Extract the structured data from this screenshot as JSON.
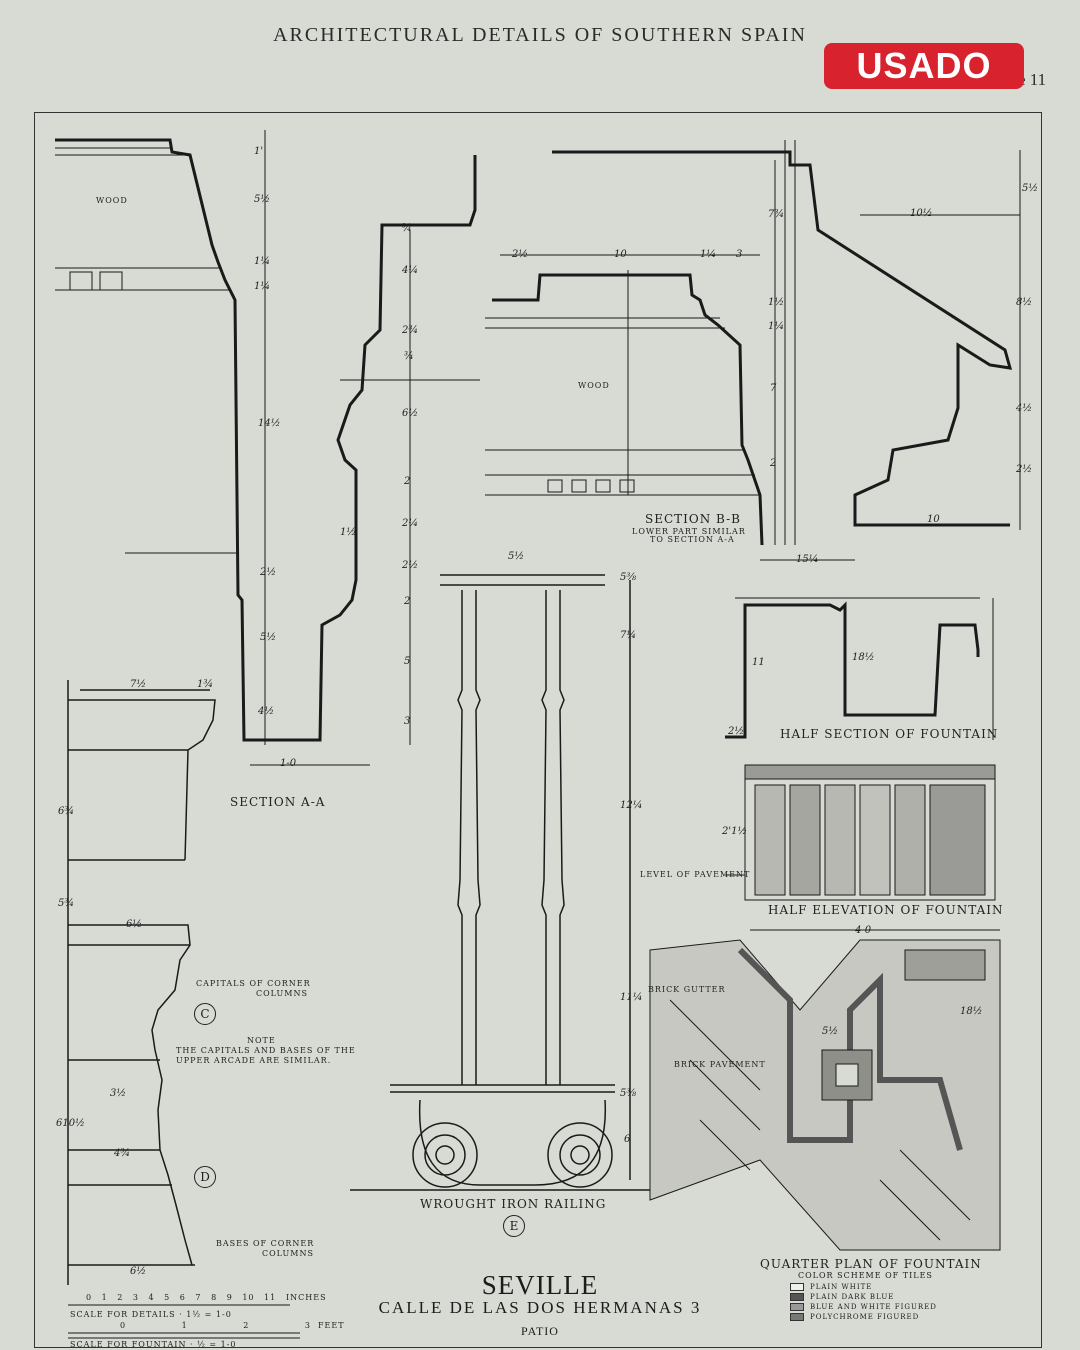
{
  "header": {
    "title": "ARCHITECTURAL DETAILS OF SOUTHERN SPAIN",
    "plate_number_visible": "e 11",
    "badge": "USADO"
  },
  "sections": {
    "section_aa": "SECTION A-A",
    "section_bb": "SECTION B-B",
    "section_bb_note_1": "LOWER PART SIMILAR",
    "section_bb_note_2": "TO SECTION A-A",
    "wood_1": "WOOD",
    "wood_2": "WOOD",
    "half_section_fountain": "HALF SECTION OF FOUNTAIN",
    "half_elevation_fountain": "HALF ELEVATION OF FOUNTAIN",
    "level_of_pavement": "LEVEL OF PAVEMENT",
    "brick_gutter": "BRICK GUTTER",
    "brick_pavement": "BRICK PAVEMENT",
    "quarter_plan": "QUARTER PLAN OF FOUNTAIN",
    "color_scheme": "COLOR SCHEME OF TILES",
    "capitals_1": "CAPITALS OF CORNER",
    "capitals_2": "COLUMNS",
    "bases_1": "BASES OF CORNER",
    "bases_2": "COLUMNS",
    "note_title": "NOTE",
    "note_1": "THE CAPITALS AND BASES OF THE",
    "note_2": "UPPER ARCADE ARE SIMILAR.",
    "railing": "WROUGHT IRON RAILING",
    "marker_c": "C",
    "marker_d": "D",
    "marker_e": "E"
  },
  "legend": [
    {
      "label": "PLAIN WHITE",
      "fill": "#f0f0ea"
    },
    {
      "label": "PLAIN DARK BLUE",
      "fill": "#555"
    },
    {
      "label": "BLUE AND WHITE FIGURED",
      "fill": "#999"
    },
    {
      "label": "POLYCHROME FIGURED",
      "fill": "#777"
    }
  ],
  "scales": {
    "inches_numbers": "0 1 2 3 4 5 6 7 8 9 10 11",
    "inches": "INCHES",
    "scale_details": "SCALE FOR DETAILS · 1½ = 1-0",
    "feet_numbers": "0 1 2 3",
    "feet": "FEET",
    "scale_fountain": "SCALE FOR FOUNTAIN · ½ = 1-0"
  },
  "dimensions": {
    "d1": "1'",
    "d2": "5½",
    "d3": "1¼",
    "d4": "1¼",
    "d5": "14½",
    "d6": "2½",
    "d7": "5½",
    "d8": "4½",
    "d9": "1-0",
    "d10": "¾",
    "d11": "4¼",
    "d12": "2¾",
    "d13": "¾",
    "d14": "6½",
    "d15": "2",
    "d16": "1½",
    "d17": "2¼",
    "d18": "2½",
    "d19": "2",
    "d20": "5",
    "d21": "3",
    "d22": "2½",
    "d23": "10",
    "d24": "1¼",
    "d25": "3",
    "d26": "7¾",
    "d27": "1½",
    "d28": "1¼",
    "d29": "7",
    "d30": "2",
    "d31": "5½",
    "d32": "10½",
    "d33": "8½",
    "d34": "4½",
    "d35": "2½",
    "d36": "10",
    "d37": "15¼",
    "d38": "5½",
    "d39": "5⅜",
    "d40": "7¼",
    "d41": "12¼",
    "d42": "11¼",
    "d43": "5⅜",
    "d44": "6",
    "d45": "7½",
    "d46": "1¾",
    "d47": "6¾",
    "d48": "5¾",
    "d49": "6½",
    "d50": "3½",
    "d51": "4¾",
    "d52": "6½",
    "d53": "610½",
    "d54": "11",
    "d55": "18½",
    "d56": "2½",
    "d57": "2'1½",
    "d58": "4-0",
    "d59": "5½",
    "d60": "18½"
  },
  "title_block": {
    "city": "SEVILLE",
    "street": "CALLE DE LAS DOS HERMANAS 3",
    "place": "PATIO"
  }
}
